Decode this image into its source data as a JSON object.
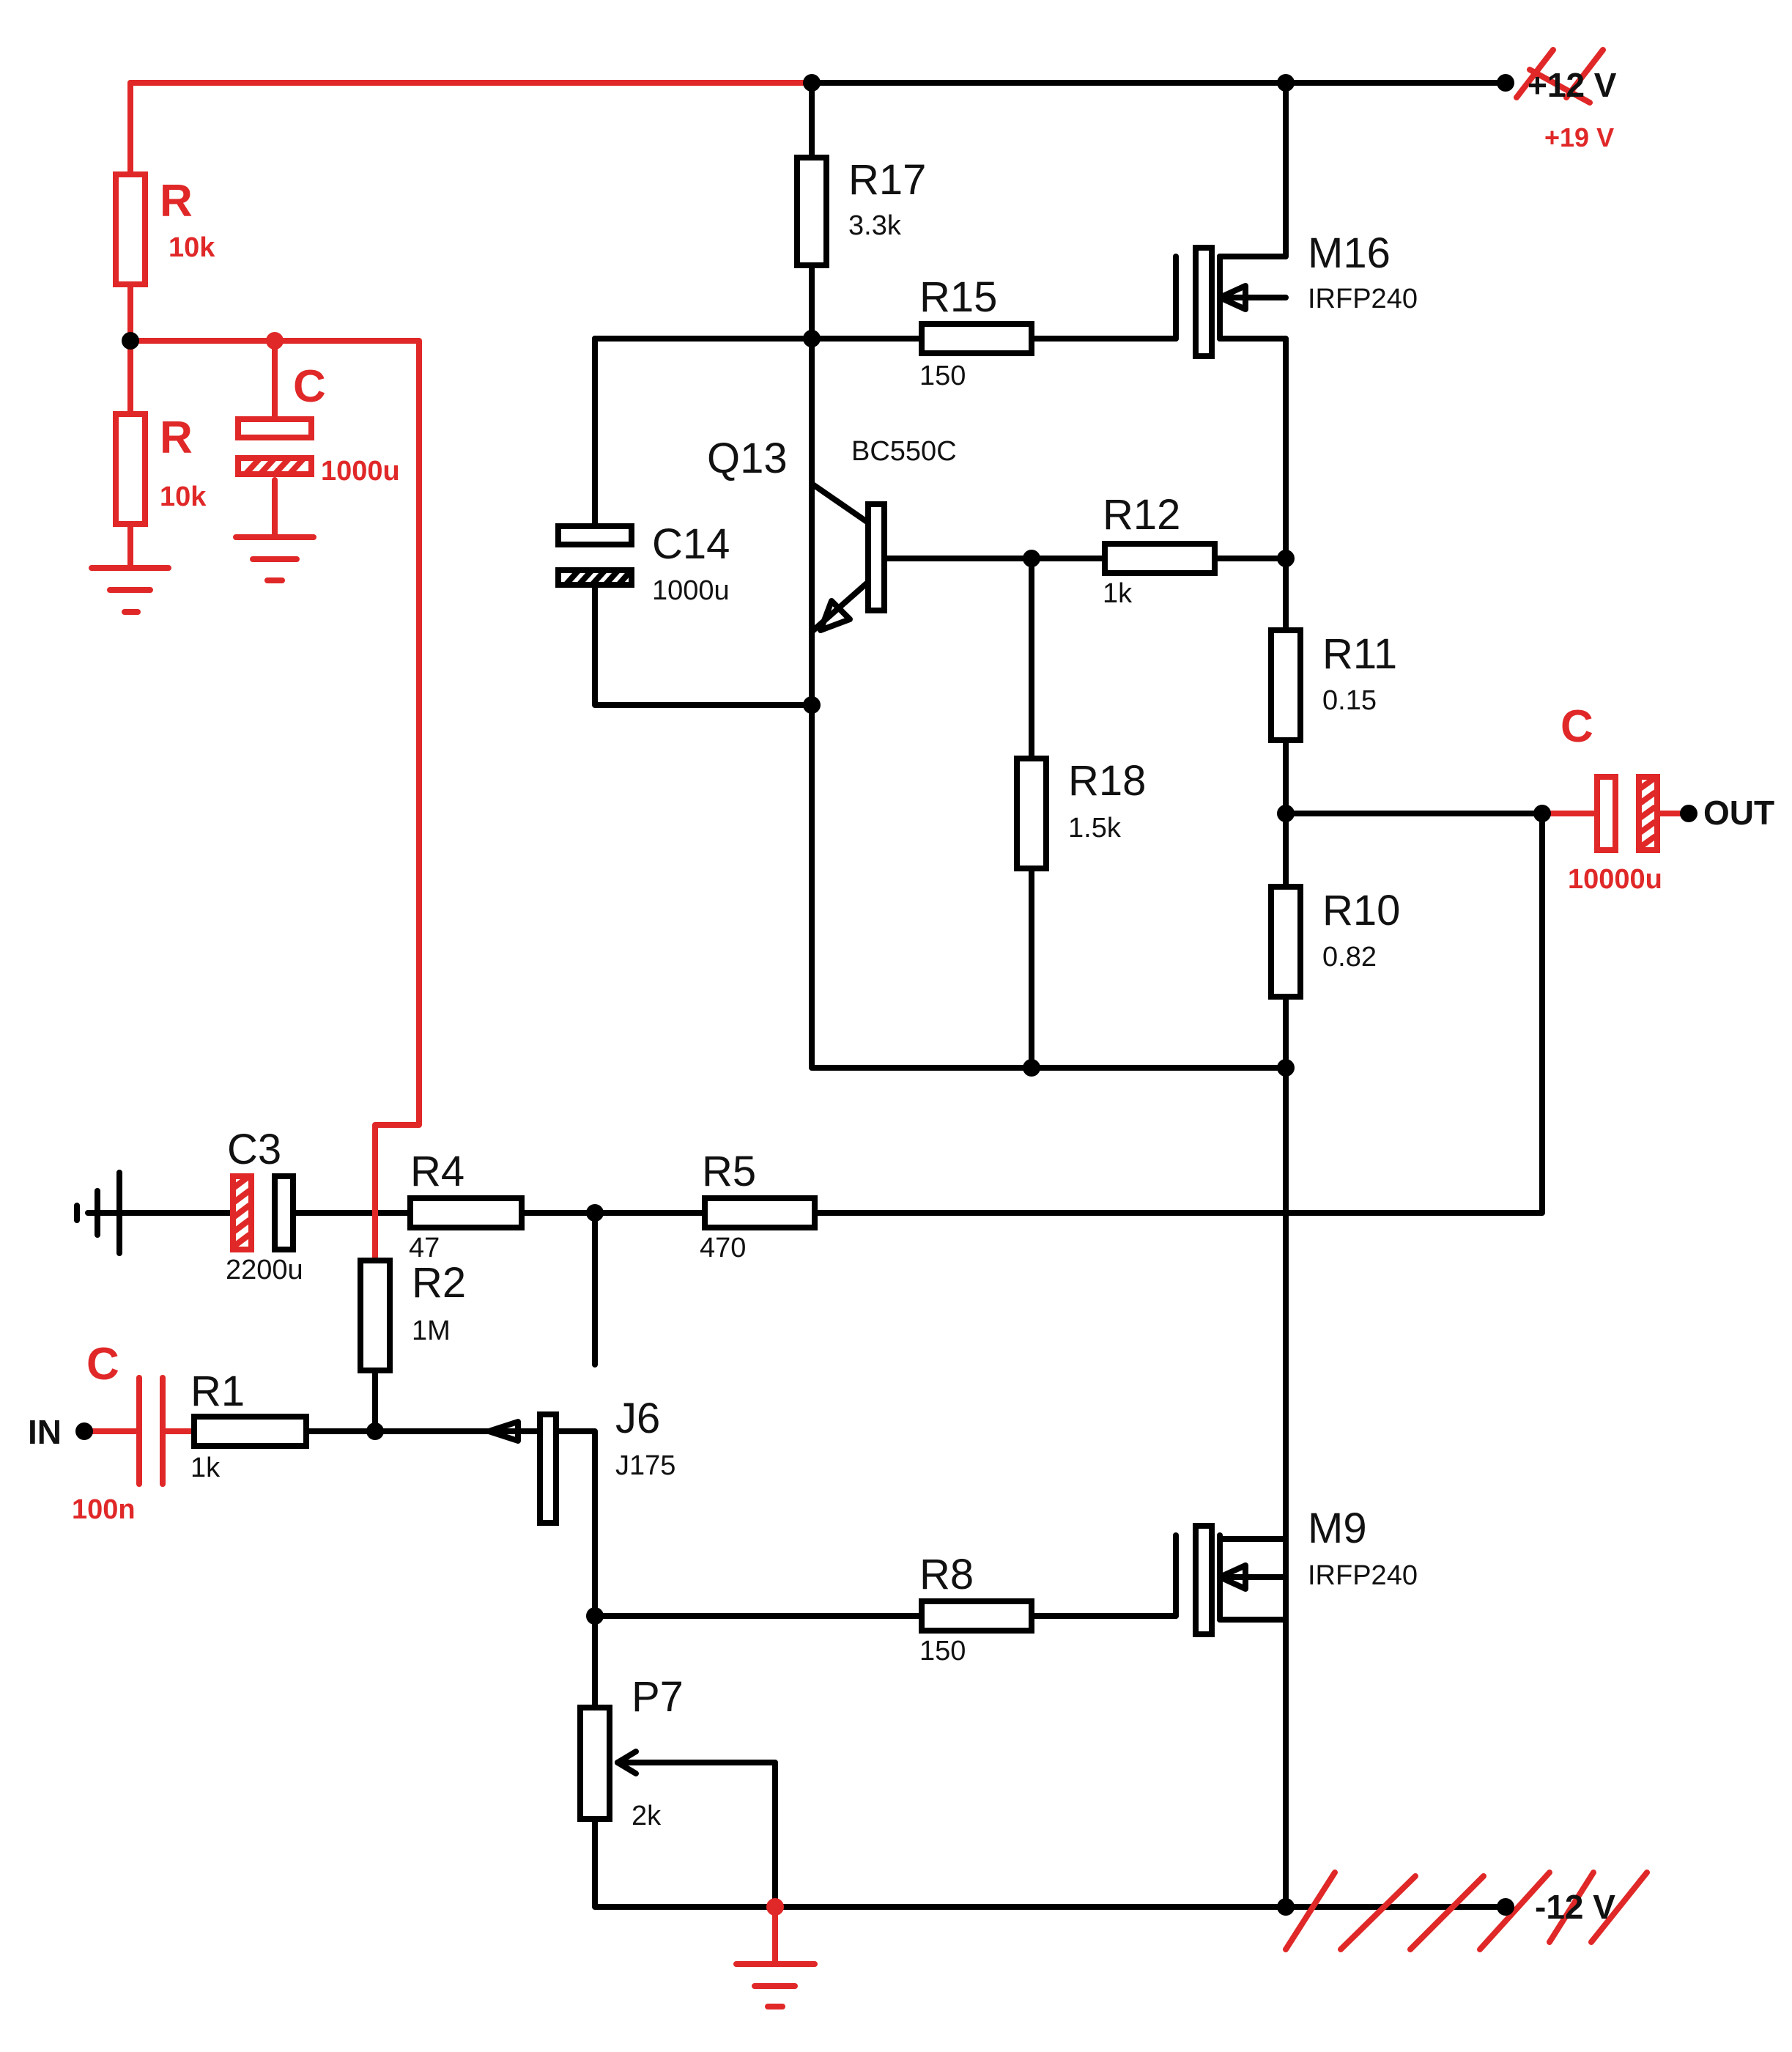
{
  "supply": {
    "pos_original": "+12 V",
    "pos_modified": "+19 V",
    "neg": "-12 V",
    "output": "OUT",
    "input": "IN"
  },
  "components": {
    "R17": {
      "name": "R17",
      "value": "3.3k"
    },
    "R15": {
      "name": "R15",
      "value": "150"
    },
    "M16": {
      "name": "M16",
      "value": "IRFP240"
    },
    "Q13": {
      "name": "Q13",
      "value": "BC550C"
    },
    "C14": {
      "name": "C14",
      "value": "1000u"
    },
    "R12": {
      "name": "R12",
      "value": "1k"
    },
    "R11": {
      "name": "R11",
      "value": "0.15"
    },
    "R18": {
      "name": "R18",
      "value": "1.5k"
    },
    "R10": {
      "name": "R10",
      "value": "0.82"
    },
    "C3": {
      "name": "C3",
      "value": "2200u"
    },
    "R4": {
      "name": "R4",
      "value": "47"
    },
    "R5": {
      "name": "R5",
      "value": "470"
    },
    "R2": {
      "name": "R2",
      "value": "1M"
    },
    "R1": {
      "name": "R1",
      "value": "1k"
    },
    "J6": {
      "name": "J6",
      "value": "J175"
    },
    "M9": {
      "name": "M9",
      "value": "IRFP240"
    },
    "R8": {
      "name": "R8",
      "value": "150"
    },
    "P7": {
      "name": "P7",
      "value": "2k"
    }
  },
  "added": {
    "r_top": {
      "name": "R",
      "value": "10k"
    },
    "r_bot": {
      "name": "R",
      "value": "10k"
    },
    "c_bias": {
      "name": "C",
      "value": "1000u"
    },
    "c_out": {
      "name": "C",
      "value": "10000u"
    },
    "c_in": {
      "name": "C",
      "value": "100n"
    }
  },
  "colors": {
    "wire": "#000000",
    "modification": "#e02828"
  }
}
